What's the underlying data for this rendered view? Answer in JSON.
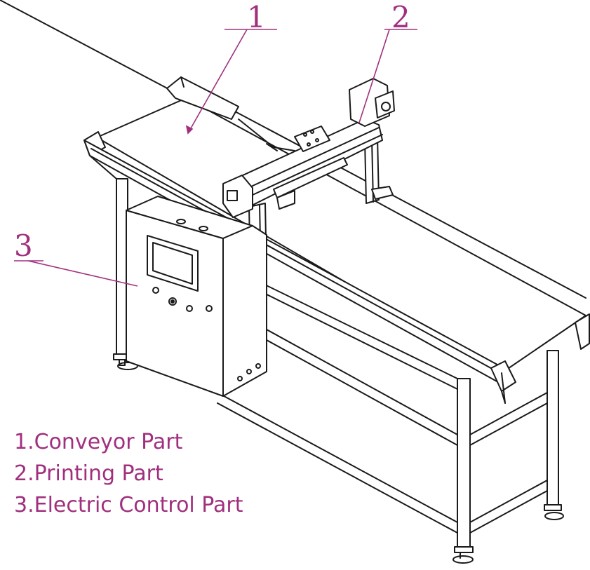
{
  "callouts": [
    {
      "number": "1",
      "target": "conveyor"
    },
    {
      "number": "2",
      "target": "printing"
    },
    {
      "number": "3",
      "target": "control-box"
    }
  ],
  "legend": [
    "1.Conveyor Part",
    "2.Printing Part",
    "3.Electric Control Part"
  ],
  "colors": {
    "accent": "#a0307e",
    "line": "#1a1a1a",
    "background": "#ffffff"
  }
}
